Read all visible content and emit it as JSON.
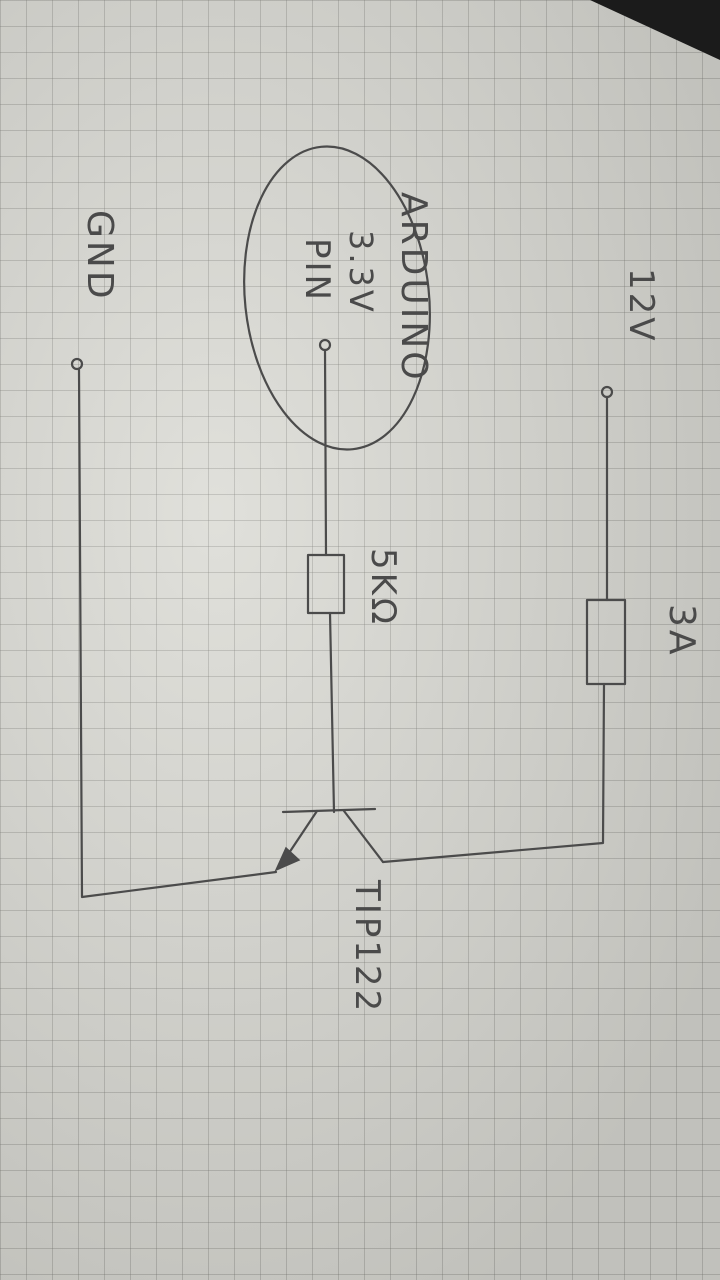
{
  "labels": {
    "supply_voltage": "12V",
    "fuse_rating": "3A",
    "controller_name": "ARDUINO",
    "pin_voltage": "3.3V",
    "pin_label": "PIN",
    "resistor_value": "5KΩ",
    "transistor_model": "TIP122",
    "ground": "GND"
  },
  "colors": {
    "paper": "#dcdcd6",
    "pencil": "#4b4b4b"
  }
}
